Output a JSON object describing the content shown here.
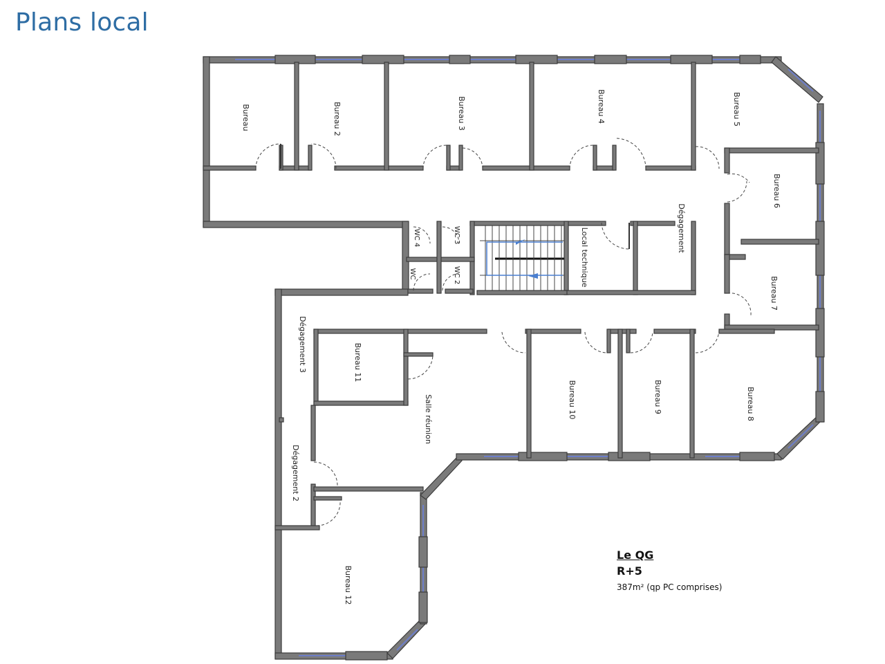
{
  "page": {
    "title": "Plans local"
  },
  "rooms": {
    "bureau": "Bureau",
    "bureau2": "Bureau 2",
    "bureau3": "Bureau 3",
    "bureau4": "Bureau 4",
    "bureau5": "Bureau 5",
    "bureau6": "Bureau 6",
    "bureau7": "Bureau 7",
    "bureau8": "Bureau 8",
    "bureau9": "Bureau 9",
    "bureau10": "Bureau 10",
    "bureau11": "Bureau 11",
    "bureau12": "Bureau 12",
    "salle_reunion": "Salle réunion",
    "degagement": "Dégagement",
    "degagement2": "Dégagement 2",
    "degagement3": "Dégagement 3",
    "local_technique": "Local technique",
    "wc": "WC",
    "wc2": "WC 2",
    "wc3": "WC 3",
    "wc4": "WC 4"
  },
  "legend": {
    "name": "Le QG",
    "floor": "R+5",
    "area": "387m² (qp PC comprises)"
  },
  "colors": {
    "title": "#2e6da4",
    "wall": "#7a7a7a",
    "window": "#6d7ec9",
    "stair_arrow": "#4a7fd0"
  }
}
